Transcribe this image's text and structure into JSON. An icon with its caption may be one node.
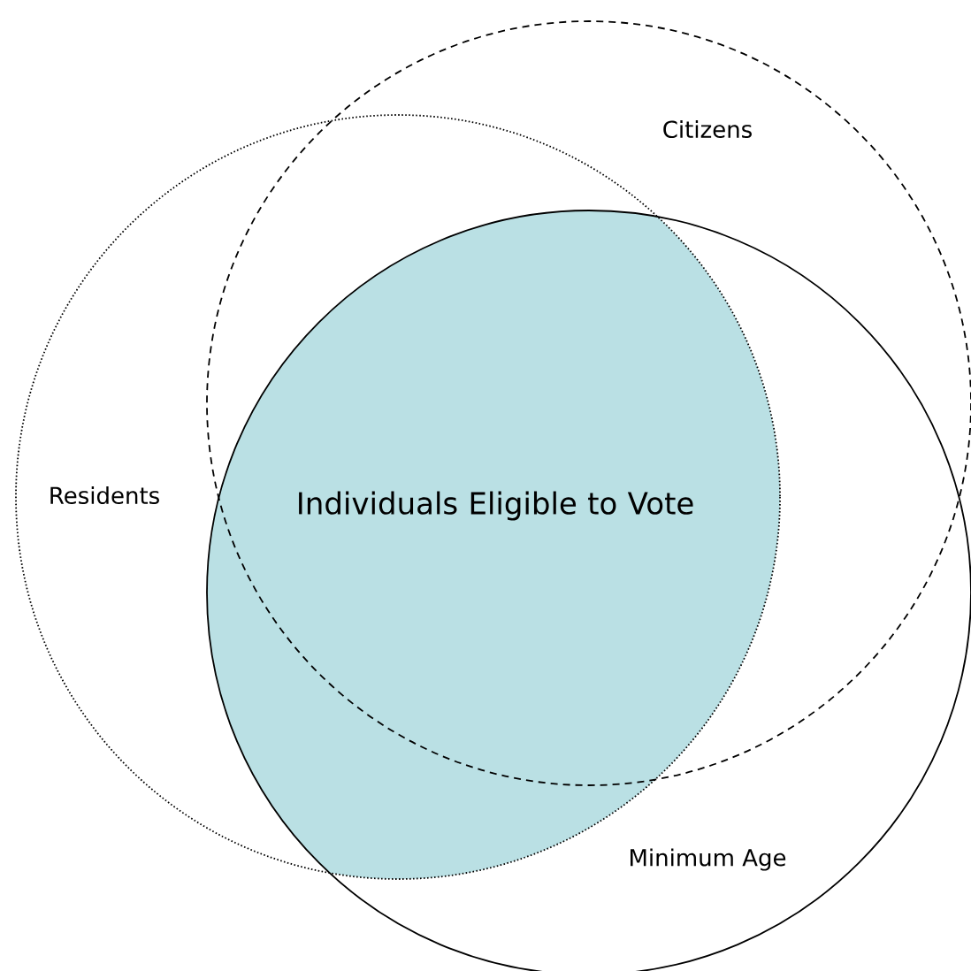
{
  "diagram": {
    "nodes": [
      {
        "text": [
          "Citizens"
        ]
      },
      {
        "text": [
          "Residents"
        ]
      },
      {
        "text": [
          "Individuals Eligible to Vote"
        ]
      },
      {
        "text": [
          "Minimum Age"
        ]
      }
    ]
  }
}
